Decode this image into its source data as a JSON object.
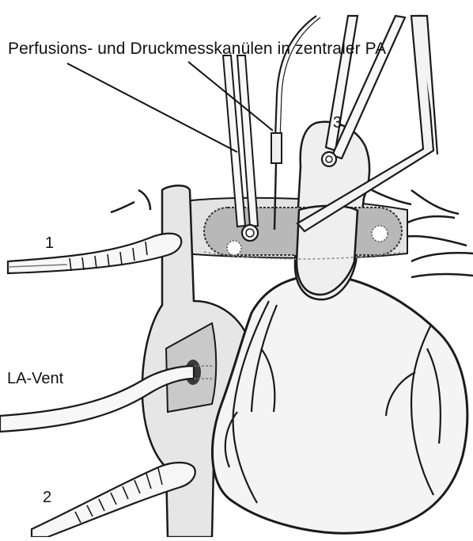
{
  "labels": {
    "title": "Perfusions- und Druckmesskanülen in zentraler PA",
    "one": "1",
    "two": "2",
    "three": "3",
    "la_vent": "LA-Vent"
  },
  "colors": {
    "outline": "#1a1a1a",
    "structure_fill": "#e9e9e9",
    "heart_fill": "#f3f3f3",
    "pa_patch_fill": "#bdbdbd",
    "cannula_fill": "#f7f7f7"
  }
}
